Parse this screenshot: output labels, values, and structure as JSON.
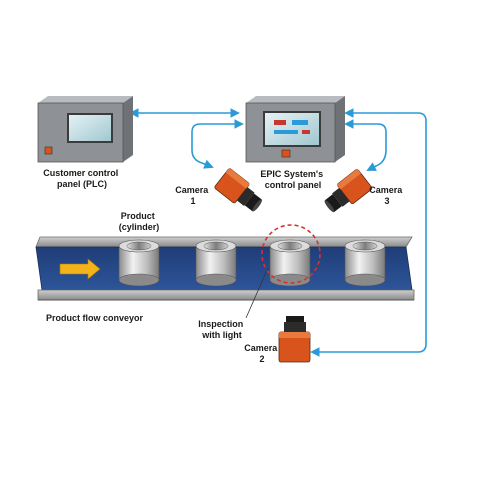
{
  "labels": {
    "customer_panel": [
      "Customer control",
      "panel (PLC)"
    ],
    "epic_panel": [
      "EPIC System's",
      "control panel"
    ],
    "camera1": [
      "Camera",
      "1"
    ],
    "camera2": [
      "Camera",
      "2"
    ],
    "camera3": [
      "Camera",
      "3"
    ],
    "product": [
      "Product",
      "(cylinder)"
    ],
    "conveyor": [
      "Product flow conveyor"
    ],
    "inspection": [
      "Inspection",
      "with light"
    ]
  },
  "colors": {
    "connection": "#2a9bd8",
    "panel": "#8e9296",
    "belt": "#2a4d8f",
    "camera": "#d9541c",
    "arrow": "#f2b31b",
    "highlight": "#d93030"
  }
}
